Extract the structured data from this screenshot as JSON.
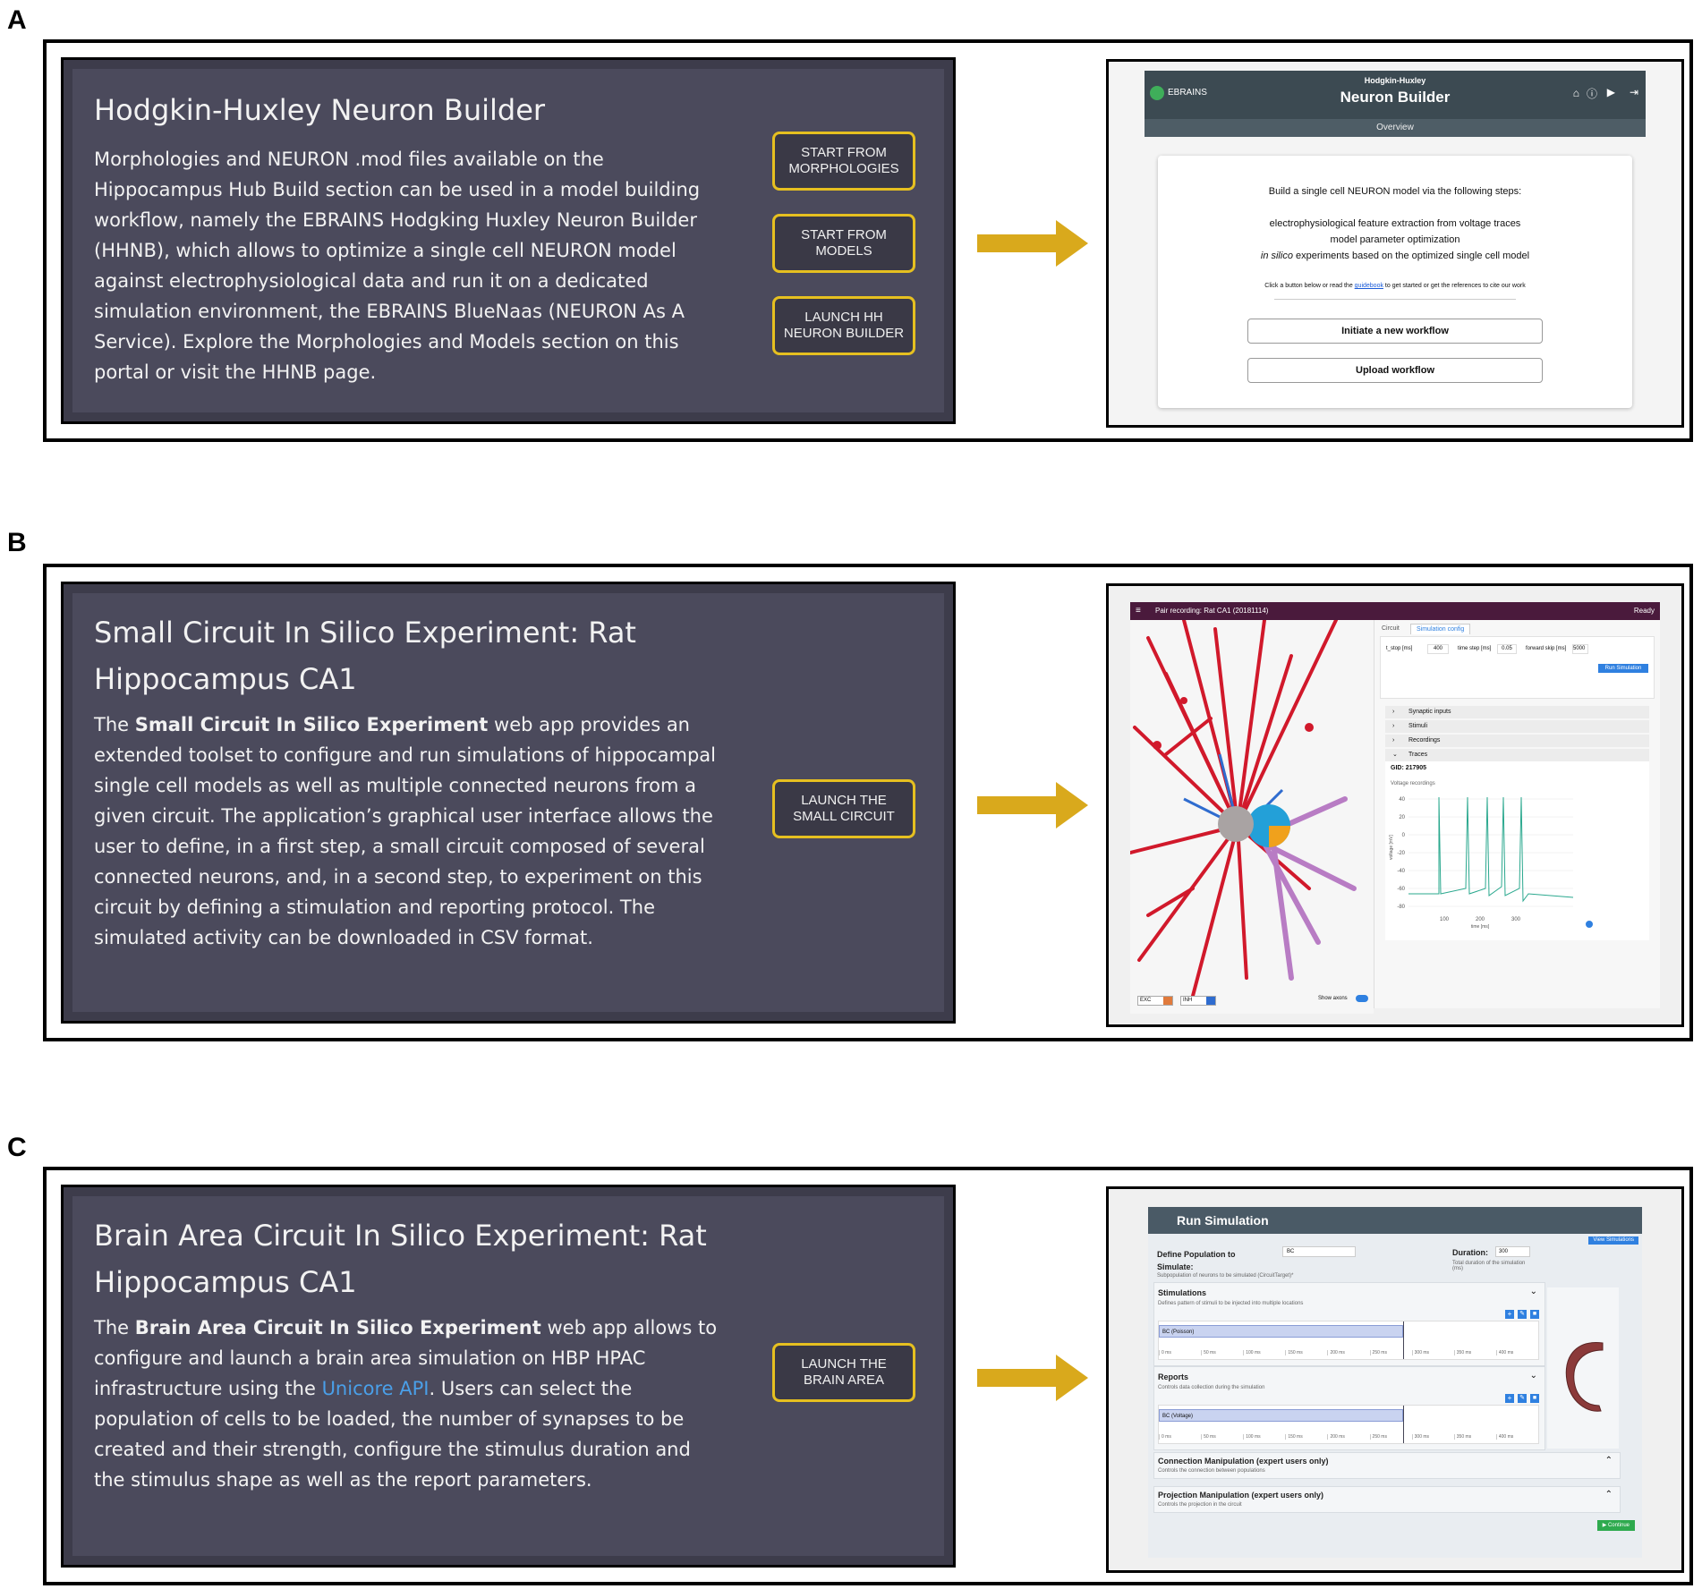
{
  "panels": {
    "a": {
      "label": "A",
      "title": "Hodgkin-Huxley Neuron Builder",
      "text": "Morphologies and NEURON .mod files available on the Hippocampus Hub Build section can be used in a model building workflow, namely the EBRAINS Hodgking Huxley Neuron Builder (HHNB), which allows to optimize a single cell NEURON model against electrophysiological data and run it on a dedicated simulation environment, the EBRAINS BlueNaas (NEURON As A Service). Explore the Morphologies and Models section on this portal or visit the HHNB page.",
      "buttons": [
        "START FROM MORPHOLOGIES",
        "START FROM MODELS",
        "LAUNCH HH NEURON BUILDER"
      ],
      "shot": {
        "brand": "EBRAINS",
        "title_small": "Hodgkin-Huxley",
        "title": "Neuron Builder",
        "subnav": "Overview",
        "intro": "Build a single cell NEURON model via the following steps:",
        "step1": "electrophysiological feature extraction from voltage traces",
        "step2": "model parameter optimization",
        "step3_italic": "in silico",
        "step3_rest": " experiments based on the optimized single cell model",
        "hint_pre": "Click a button below or read the ",
        "hint_link": "guidebook",
        "hint_post": " to get started or get the references to cite our work",
        "btn1": "Initiate a new workflow",
        "btn2": "Upload workflow"
      }
    },
    "b": {
      "label": "B",
      "title": "Small Circuit In Silico Experiment: Rat Hippocampus CA1",
      "text_pre": "The ",
      "text_bold": "Small Circuit In Silico Experiment",
      "text_post": " web app provides an extended toolset to configure and run simulations of hippocampal single cell models as well as multiple connected neurons from a given circuit. The application’s graphical user interface allows the user to define, in a first step, a small circuit composed of several connected neurons, and, in a second step, to experiment on this circuit by defining a stimulation and reporting protocol. The simulated activity can be downloaded in CSV format.",
      "button": "LAUNCH THE SMALL CIRCUIT",
      "shot": {
        "topbar": "Pair recording: Rat CA1 (20181114)",
        "status": "Ready",
        "tab1": "Circuit",
        "tab2": "Simulation config",
        "f1": "t_stop [ms]",
        "v1": "400",
        "f2": "time step [ms]",
        "v2": "0.05",
        "f3": "forward skip [ms]",
        "v3": "5000",
        "run": "Run Simulation",
        "rows": [
          "Synaptic inputs",
          "Stimuli",
          "Recordings",
          "Traces"
        ],
        "gid": "GID: 217905",
        "vrec": "Voltage recordings",
        "yticks": [
          "40",
          "20",
          "0",
          "-20",
          "-40",
          "-60",
          "-80"
        ],
        "xticks": [
          "100",
          "200",
          "300"
        ],
        "ylabel": "voltage [mV]",
        "xlabel": "time [ms]",
        "exc": "EXC",
        "inh": "INH",
        "axons": "Show axons"
      }
    },
    "c": {
      "label": "C",
      "title": "Brain Area Circuit In Silico Experiment: Rat Hippocampus CA1",
      "text_pre": "The ",
      "text_bold": "Brain Area Circuit In Silico Experiment",
      "text_mid": " web app allows to configure and launch a brain area simulation on HBP HPAC infrastructure using the ",
      "text_link": "Unicore API",
      "text_post": ". Users can select the population of cells to be loaded, the number of synapses to be created and their strength, configure the stimulus duration and the stimulus shape as well as the report parameters.",
      "button": "LAUNCH THE BRAIN AREA",
      "shot": {
        "header": "Run Simulation",
        "view_btn": "View Simulations",
        "pop_title": "Define Population to Simulate:",
        "pop_sub": "Subpopulation of neurons to be simulated (CircuitTarget)*",
        "pop_value": "BC",
        "dur_label": "Duration:",
        "dur_value": "300",
        "dur_sub": "Total duration of the simulation (ms)",
        "stim_title": "Stimulations",
        "stim_sub": "Defines pattern of stimuli to be injected into multiple locations",
        "stim_bar": "BC (Poisson)",
        "rep_title": "Reports",
        "rep_sub": "Controls data collection during the simulation",
        "rep_bar": "BC (Voltage)",
        "ticks": [
          "0 ms",
          "50 ms",
          "100 ms",
          "150 ms",
          "200 ms",
          "250 ms",
          "300 ms",
          "350 ms",
          "400 ms"
        ],
        "conn_title": "Connection Manipulation (expert users only)",
        "conn_sub": "Controls the connection between populations",
        "proj_title": "Projection Manipulation (expert users only)",
        "proj_sub": "Controls the projection in the circuit",
        "continue": "Continue"
      }
    }
  },
  "colors": {
    "card_bg": "#4b4a5c",
    "button_border": "#e6c020",
    "arrow": "#d9a91c",
    "link": "#4a9fe8"
  }
}
